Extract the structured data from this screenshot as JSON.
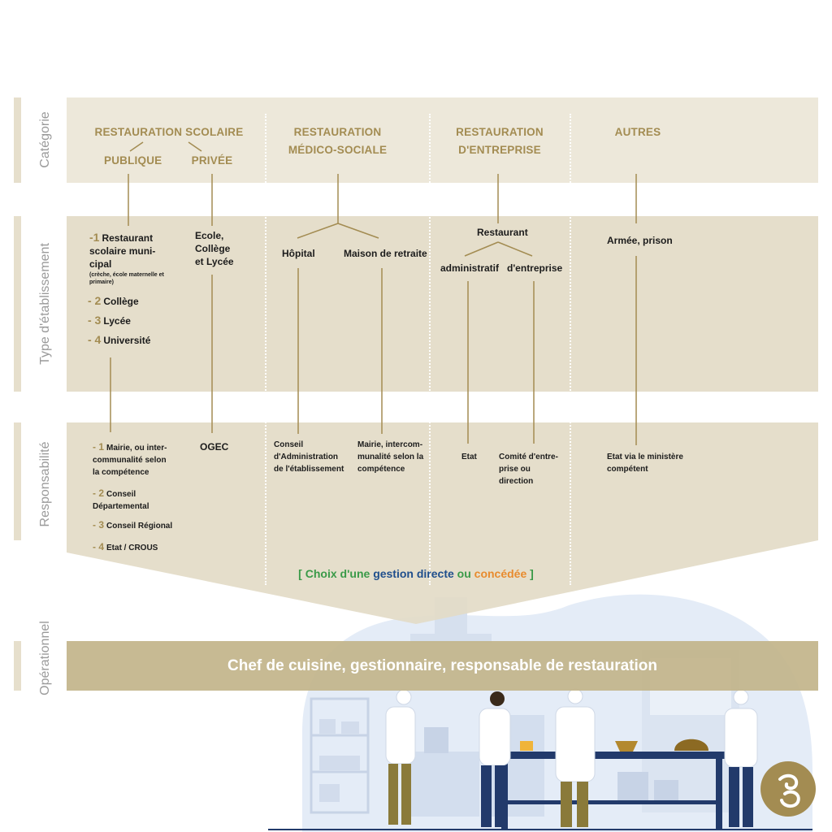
{
  "rows": {
    "categorie": "Catégorie",
    "type": "Type d'établissement",
    "responsabilite": "Responsabilité",
    "operationnel": "Opérationnel"
  },
  "categories": {
    "scolaire": "RESTAURATION SCOLAIRE",
    "publique": "PUBLIQUE",
    "privee": "PRIVÉE",
    "medico_1": "RESTAURATION",
    "medico_2": "MÉDICO-SOCIALE",
    "entreprise_1": "RESTAURATION",
    "entreprise_2": "D'ENTREPRISE",
    "autres": "AUTRES"
  },
  "types": {
    "publique_items": [
      {
        "num": "-1",
        "text": "Restaurant scolaire muni-cipal"
      },
      {
        "num": "- 2",
        "text": "Collège"
      },
      {
        "num": "- 3",
        "text": "Lycée"
      },
      {
        "num": "- 4",
        "text": "Université"
      }
    ],
    "publique_note": "(crèche, école maternelle et primaire)",
    "privee": [
      "Ecole,",
      "Collège",
      "et Lycée"
    ],
    "hopital": "Hôpital",
    "maison": "Maison de retraite",
    "restaurant": "Restaurant",
    "administratif": "administratif",
    "d_entreprise": "d'entreprise",
    "armee": "Armée, prison"
  },
  "responsabilites": {
    "publique_items": [
      {
        "num": "- 1",
        "text": "Mairie, ou inter-communalité selon la compétence"
      },
      {
        "num": "- 2",
        "text": "Conseil Départemental"
      },
      {
        "num": "- 3",
        "text": "Conseil Régional"
      },
      {
        "num": "- 4",
        "text": "Etat / CROUS"
      }
    ],
    "ogec": "OGEC",
    "conseil": "Conseil d'Administration de l'établissement",
    "mairie": "Mairie, intercom-munalité selon la compétence",
    "etat": "Etat",
    "comite": "Comité d'entre-prise ou direction",
    "etat_ministere": "Etat via le ministère compétent"
  },
  "choix": {
    "open": "[ ",
    "choix": "Choix d'une",
    "gestion_directe": "gestion directe",
    "ou": "ou",
    "concedee": "concédée",
    "close": " ]"
  },
  "operationnel": {
    "text": "Chef de cuisine, gestionnaire, responsable de restauration"
  },
  "colors": {
    "band_light": "#ede8da",
    "band_dark": "#e3dbc7",
    "gold": "#a38c52",
    "op_band": "#c2b48a",
    "green": "#3a9a48",
    "blue": "#1f4e8c",
    "orange": "#e88b2e",
    "navy": "#223a6b"
  },
  "icons": {
    "logo": "spiral-logo-icon"
  }
}
